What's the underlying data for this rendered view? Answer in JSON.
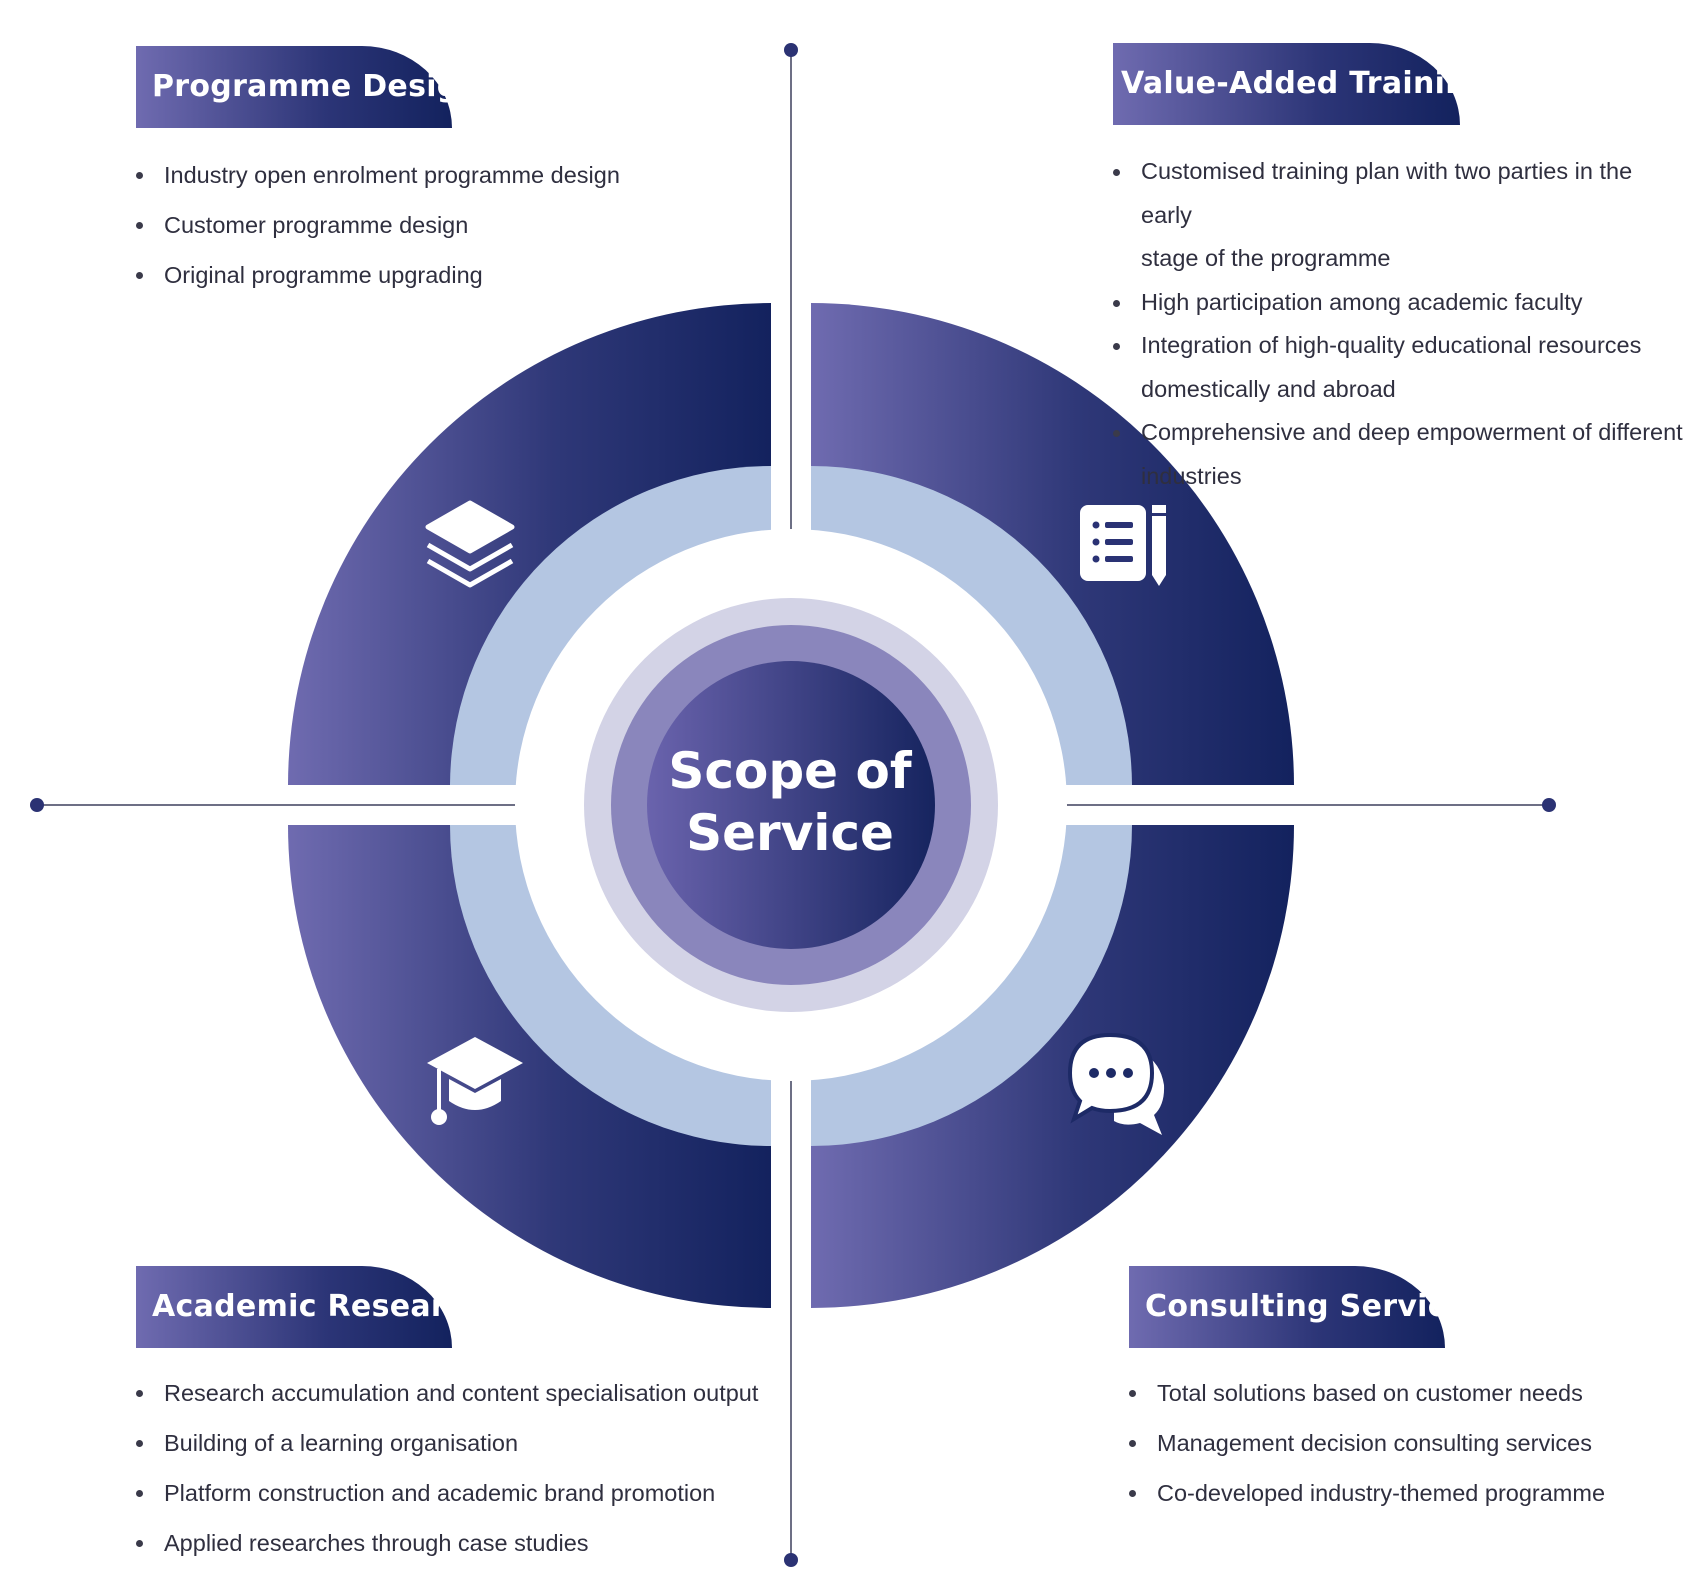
{
  "center": {
    "title_line1": "Scope of",
    "title_line2": "Service"
  },
  "colors": {
    "navy": "#13225e",
    "purple": "#6f6bb0",
    "ring_light": "#b4c6e2",
    "axis": "#6d6f85"
  },
  "quadrants": {
    "programme_design": {
      "title": "Programme Design",
      "icon": "layers-icon",
      "items": [
        "Industry open enrolment programme design",
        "Customer programme design",
        "Original programme upgrading"
      ]
    },
    "value_added_training": {
      "title": "Value-Added Training",
      "icon": "notepad-pencil-icon",
      "items": [
        "Customised training plan with two parties in the early",
        "stage of the programme",
        "High participation among academic faculty",
        "Integration of high-quality educational resources",
        "domestically and abroad",
        "Comprehensive and deep empowerment of different",
        "industries"
      ]
    },
    "academic_research": {
      "title": "Academic Research",
      "icon": "graduation-cap-icon",
      "items": [
        "Research accumulation and content specialisation output",
        "Building of a learning organisation",
        "Platform construction and academic brand promotion",
        "Applied researches through case studies"
      ]
    },
    "consulting_service": {
      "title": "Consulting Service",
      "icon": "chat-bubbles-icon",
      "items": [
        "Total solutions based on customer needs",
        "Management decision consulting services",
        "Co-developed industry-themed programme"
      ]
    }
  }
}
